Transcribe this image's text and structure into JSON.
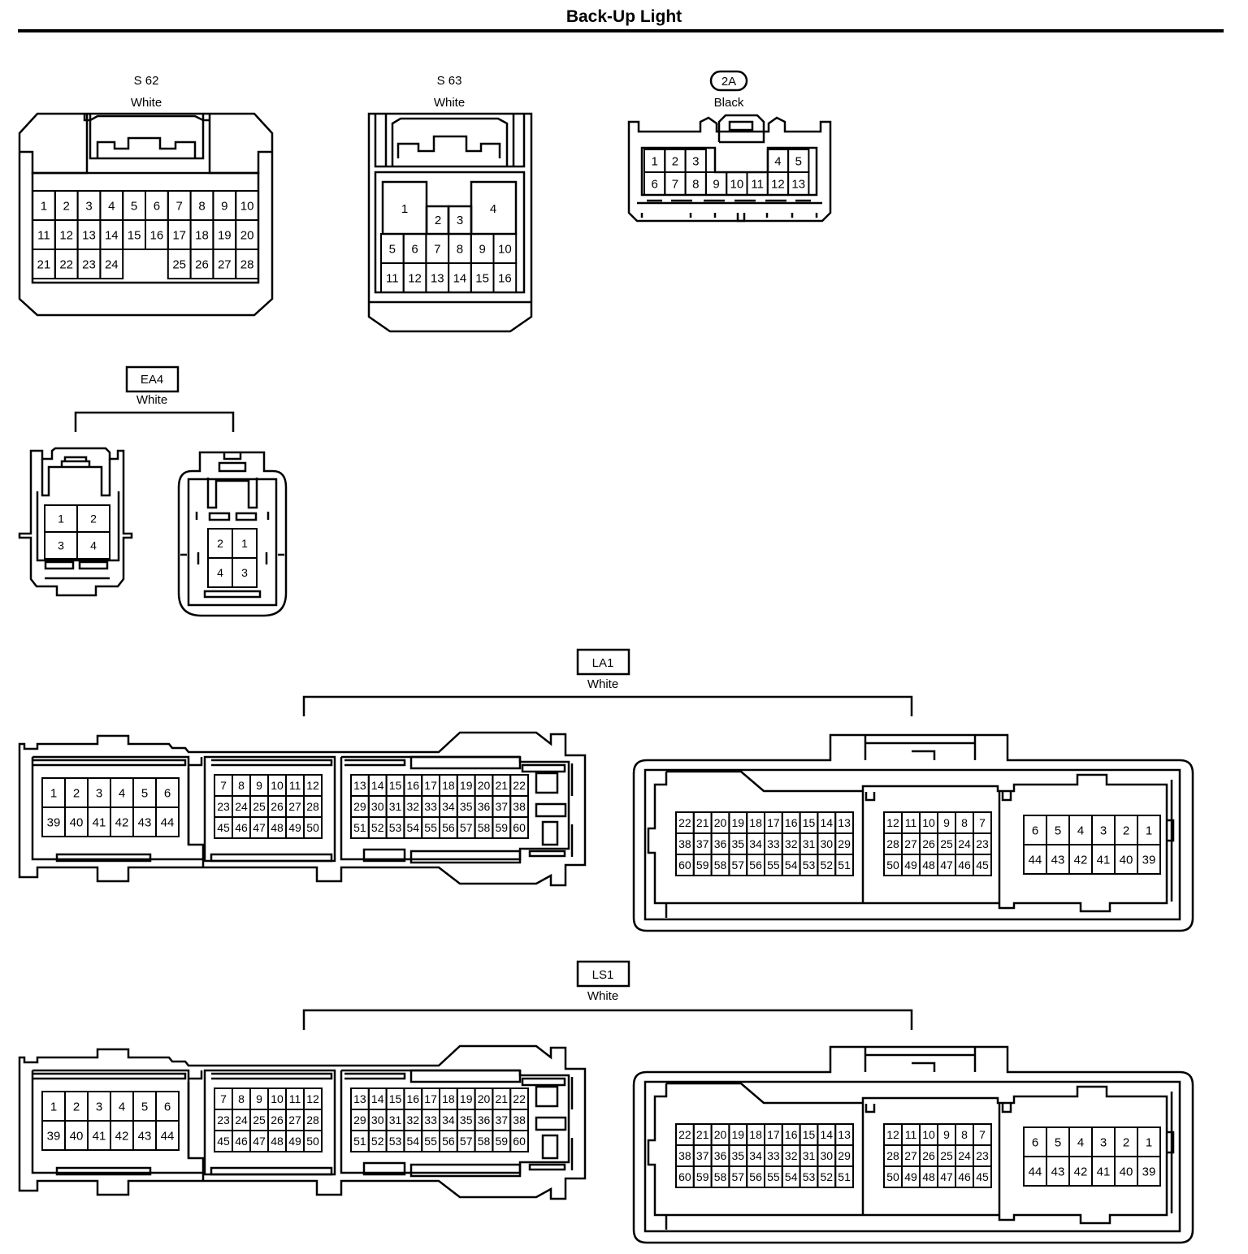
{
  "title": "Back-Up Light",
  "connectors": {
    "s62": {
      "code": "S 62",
      "color": "White",
      "rows": [
        [
          "1",
          "2",
          "3",
          "4",
          "5",
          "6",
          "7",
          "8",
          "9",
          "10"
        ],
        [
          "11",
          "12",
          "13",
          "14",
          "15",
          "16",
          "17",
          "18",
          "19",
          "20"
        ],
        [
          "21",
          "22",
          "23",
          "24",
          "",
          "",
          "25",
          "26",
          "27",
          "28"
        ]
      ]
    },
    "s63": {
      "code": "S 63",
      "color": "White",
      "pins_top": [
        "1",
        "2",
        "3",
        "4"
      ],
      "rows": [
        [
          "5",
          "6",
          "7",
          "8",
          "9",
          "10"
        ],
        [
          "11",
          "12",
          "13",
          "14",
          "15",
          "16"
        ]
      ]
    },
    "c2a": {
      "code": "2A",
      "color": "Black",
      "rows": [
        [
          "1",
          "2",
          "3",
          "",
          "",
          "",
          "4",
          "5"
        ],
        [
          "6",
          "7",
          "8",
          "9",
          "10",
          "11",
          "12",
          "13"
        ]
      ]
    },
    "ea4": {
      "code": "EA4",
      "color": "White",
      "left_rows": [
        [
          "1",
          "2"
        ],
        [
          "3",
          "4"
        ]
      ],
      "right_rows": [
        [
          "2",
          "1"
        ],
        [
          "4",
          "3"
        ]
      ]
    },
    "la1": {
      "code": "LA1",
      "color": "White",
      "left": {
        "block_a": [
          [
            "1",
            "2",
            "3",
            "4",
            "5",
            "6"
          ],
          [
            "39",
            "40",
            "41",
            "42",
            "43",
            "44"
          ]
        ],
        "block_b": [
          [
            "7",
            "8",
            "9",
            "10",
            "11",
            "12"
          ],
          [
            "23",
            "24",
            "25",
            "26",
            "27",
            "28"
          ],
          [
            "45",
            "46",
            "47",
            "48",
            "49",
            "50"
          ]
        ],
        "block_c": [
          [
            "13",
            "14",
            "15",
            "16",
            "17",
            "18",
            "19",
            "20",
            "21",
            "22"
          ],
          [
            "29",
            "30",
            "31",
            "32",
            "33",
            "34",
            "35",
            "36",
            "37",
            "38"
          ],
          [
            "51",
            "52",
            "53",
            "54",
            "55",
            "56",
            "57",
            "58",
            "59",
            "60"
          ]
        ]
      },
      "right": {
        "block_c": [
          [
            "22",
            "21",
            "20",
            "19",
            "18",
            "17",
            "16",
            "15",
            "14",
            "13"
          ],
          [
            "38",
            "37",
            "36",
            "35",
            "34",
            "33",
            "32",
            "31",
            "30",
            "29"
          ],
          [
            "60",
            "59",
            "58",
            "57",
            "56",
            "55",
            "54",
            "53",
            "52",
            "51"
          ]
        ],
        "block_b": [
          [
            "12",
            "11",
            "10",
            "9",
            "8",
            "7"
          ],
          [
            "28",
            "27",
            "26",
            "25",
            "24",
            "23"
          ],
          [
            "50",
            "49",
            "48",
            "47",
            "46",
            "45"
          ]
        ],
        "block_a": [
          [
            "6",
            "5",
            "4",
            "3",
            "2",
            "1"
          ],
          [
            "44",
            "43",
            "42",
            "41",
            "40",
            "39"
          ]
        ]
      }
    },
    "ls1": {
      "code": "LS1",
      "color": "White",
      "left": {
        "block_a": [
          [
            "1",
            "2",
            "3",
            "4",
            "5",
            "6"
          ],
          [
            "39",
            "40",
            "41",
            "42",
            "43",
            "44"
          ]
        ],
        "block_b": [
          [
            "7",
            "8",
            "9",
            "10",
            "11",
            "12"
          ],
          [
            "23",
            "24",
            "25",
            "26",
            "27",
            "28"
          ],
          [
            "45",
            "46",
            "47",
            "48",
            "49",
            "50"
          ]
        ],
        "block_c": [
          [
            "13",
            "14",
            "15",
            "16",
            "17",
            "18",
            "19",
            "20",
            "21",
            "22"
          ],
          [
            "29",
            "30",
            "31",
            "32",
            "33",
            "34",
            "35",
            "36",
            "37",
            "38"
          ],
          [
            "51",
            "52",
            "53",
            "54",
            "55",
            "56",
            "57",
            "58",
            "59",
            "60"
          ]
        ]
      },
      "right": {
        "block_c": [
          [
            "22",
            "21",
            "20",
            "19",
            "18",
            "17",
            "16",
            "15",
            "14",
            "13"
          ],
          [
            "38",
            "37",
            "36",
            "35",
            "34",
            "33",
            "32",
            "31",
            "30",
            "29"
          ],
          [
            "60",
            "59",
            "58",
            "57",
            "56",
            "55",
            "54",
            "53",
            "52",
            "51"
          ]
        ],
        "block_b": [
          [
            "12",
            "11",
            "10",
            "9",
            "8",
            "7"
          ],
          [
            "28",
            "27",
            "26",
            "25",
            "24",
            "23"
          ],
          [
            "50",
            "49",
            "48",
            "47",
            "46",
            "45"
          ]
        ],
        "block_a": [
          [
            "6",
            "5",
            "4",
            "3",
            "2",
            "1"
          ],
          [
            "44",
            "43",
            "42",
            "41",
            "40",
            "39"
          ]
        ]
      }
    }
  }
}
